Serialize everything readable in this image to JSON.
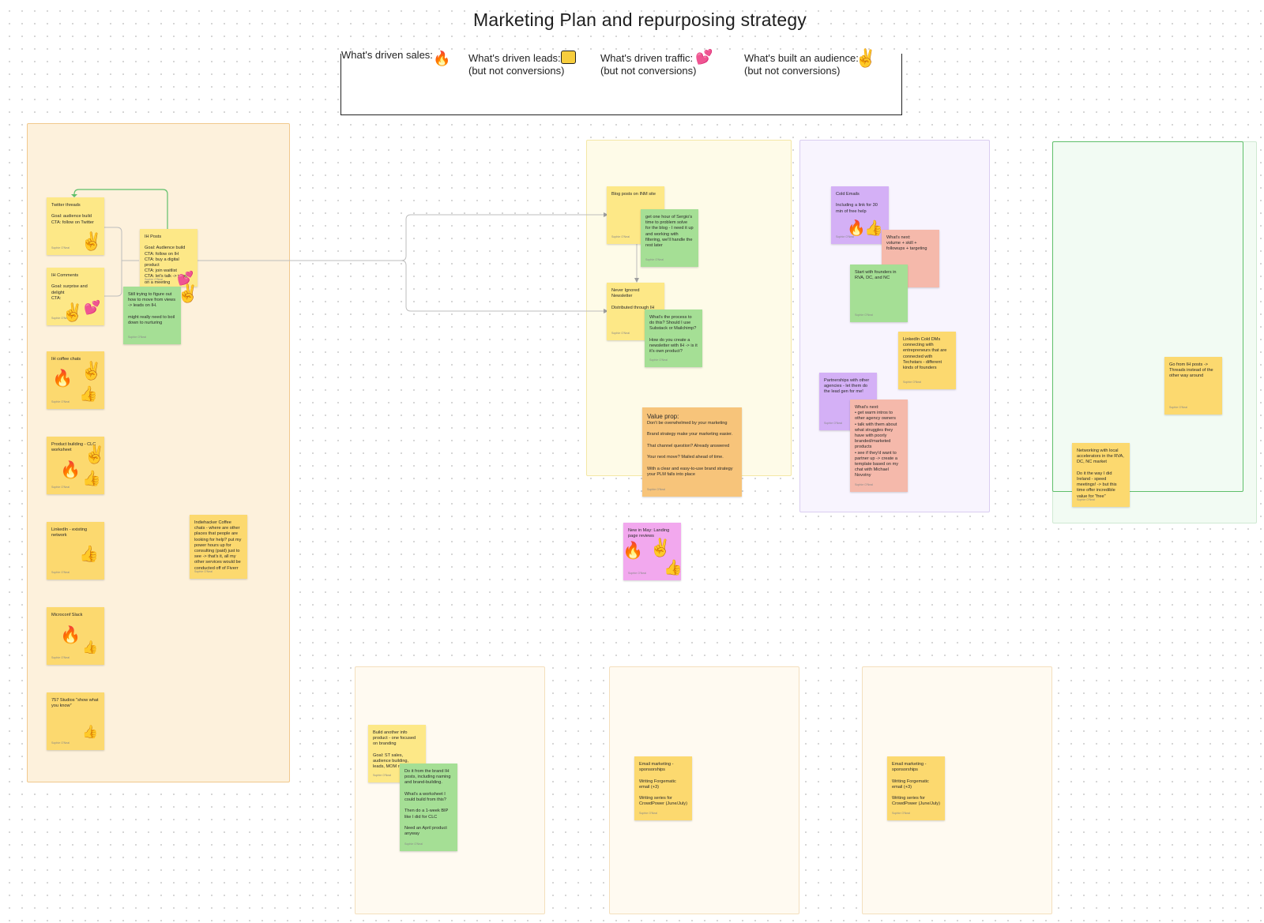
{
  "page": {
    "title": "Marketing Plan and repurposing strategy"
  },
  "legend": {
    "sales": "What's driven sales:",
    "leads": "What's driven leads:",
    "leads_sub": "(but not conversions)",
    "traffic": "What's driven traffic:",
    "traffic_sub": "(but not conversions)",
    "audience": "What's built an audience:",
    "audience_sub": "(but not conversions)"
  },
  "author": "Sophie O'Neal",
  "colors": {
    "yellow": "#fcd96f",
    "green": "#a5df95",
    "purple": "#d4b0f6",
    "salmon": "#f5b9ab",
    "orange": "#f7c47a",
    "pink": "#f2a8ee"
  },
  "icons": {
    "fire": "🔥",
    "thumb": "👍",
    "peace": "✌",
    "love": "💕"
  },
  "notes": {
    "twitter": "Twitter threads\n\nGoal: audience build\nCTA: follow on Twitter",
    "ih_posts": "IH Posts\n\nGoal: Audience build\nCTA: follow on IH\nCTA: buy a digital product\nCTA: join waitlist\nCTA: let's talk -> jump on a meeting",
    "ih_comments": "IH Comments\n\nGoal: surprise and delight\nCTA:",
    "still_trying": "Still trying to figure out how to move from views -> leads on IH.\n\nmight really need to boil down to nurturing",
    "coffee": "IH coffee chats",
    "product": "Product building - CLC worksheet",
    "linkedin": "LinkedIn - existing network",
    "microconf": "Microconf Slack",
    "studios": "757 Studios \"show what you know\"",
    "indiehacker": "Indiehacker Coffee chats - where are other places that people are looking for help? put my power hours up for consulting (paid) just to see -> that's it, all my other services would be conducted off of Fiverr",
    "blog": "Blog posts on INM site",
    "sergio": "get one hour of Sergio's time to problem solve for the blog - I need it up and working with filtering, we'll handle the rest later",
    "newsletter": "Never Ignored Newsletter\n\nDistributed through IH",
    "process": "What's the process to do this? Should I use Substack or Mailchimp?\n\nHow do you create a newsletter with IH -> is it it's own product?",
    "vp_title": "Value prop:",
    "value_prop": "Don't be overwhelmed by your marketing\n\nBrand strategy make your marketing easier.\n\nThat channel question? Already answered\n\nYour next move? Mailed ahead of time.\n\nWith a clear and easy-to-use brand strategy your PLM falls into place",
    "may": "New in May: Landing page reviews",
    "cold": "Cold Emails\n\nIncluding a link for 30 min of free help",
    "whats_next_1": "What's next:\nvolume + skill + followups + targeting",
    "founders": "Start with founders in RVA, DC, and NC",
    "linkedin_dms": "LinkedIn Cold DMs connecting with entrepreneurs that are connected with Techstars - different kinds of founders",
    "partnerships": "Partnerships with other agencies - let them do the lead gen for me!",
    "whats_next_2": "What's next:\n• get warm intros to other agency owners\n• talk with them about what struggles they have with poorly branded/marketed products\n• see if they'd want to partner up -> create a template based on my chat with Michael Novotny",
    "threads": "Go from IH posts -> Threads instead of the other way around",
    "networking": "Networking with local accelerators in the RVA, DC, NC market\n\nDo it the way I did Ireland - speed meetings! -> but this time offer incredible value for \"free\"",
    "info_product": "Build another info product - one focused on branding\n\nGoal: ST sales, audience building, leads, MOM referrals",
    "do_it": "Do it from the brand IH posts, including naming and brand-building.\n\nWhat's a worksheet I could build from this?\n\nThen do a 1-week BIP like I did for CLC\n\nNeed an April product anyway",
    "email1": "Email marketing - sponsorships\n\nWriting Forgematic email (+3)\n\nWriting series for CrowdPower (June/July)",
    "email2": "Email marketing - sponsorships\n\nWriting Forgematic email (+3)\n\nWriting series for CrowdPower (June/July)"
  }
}
